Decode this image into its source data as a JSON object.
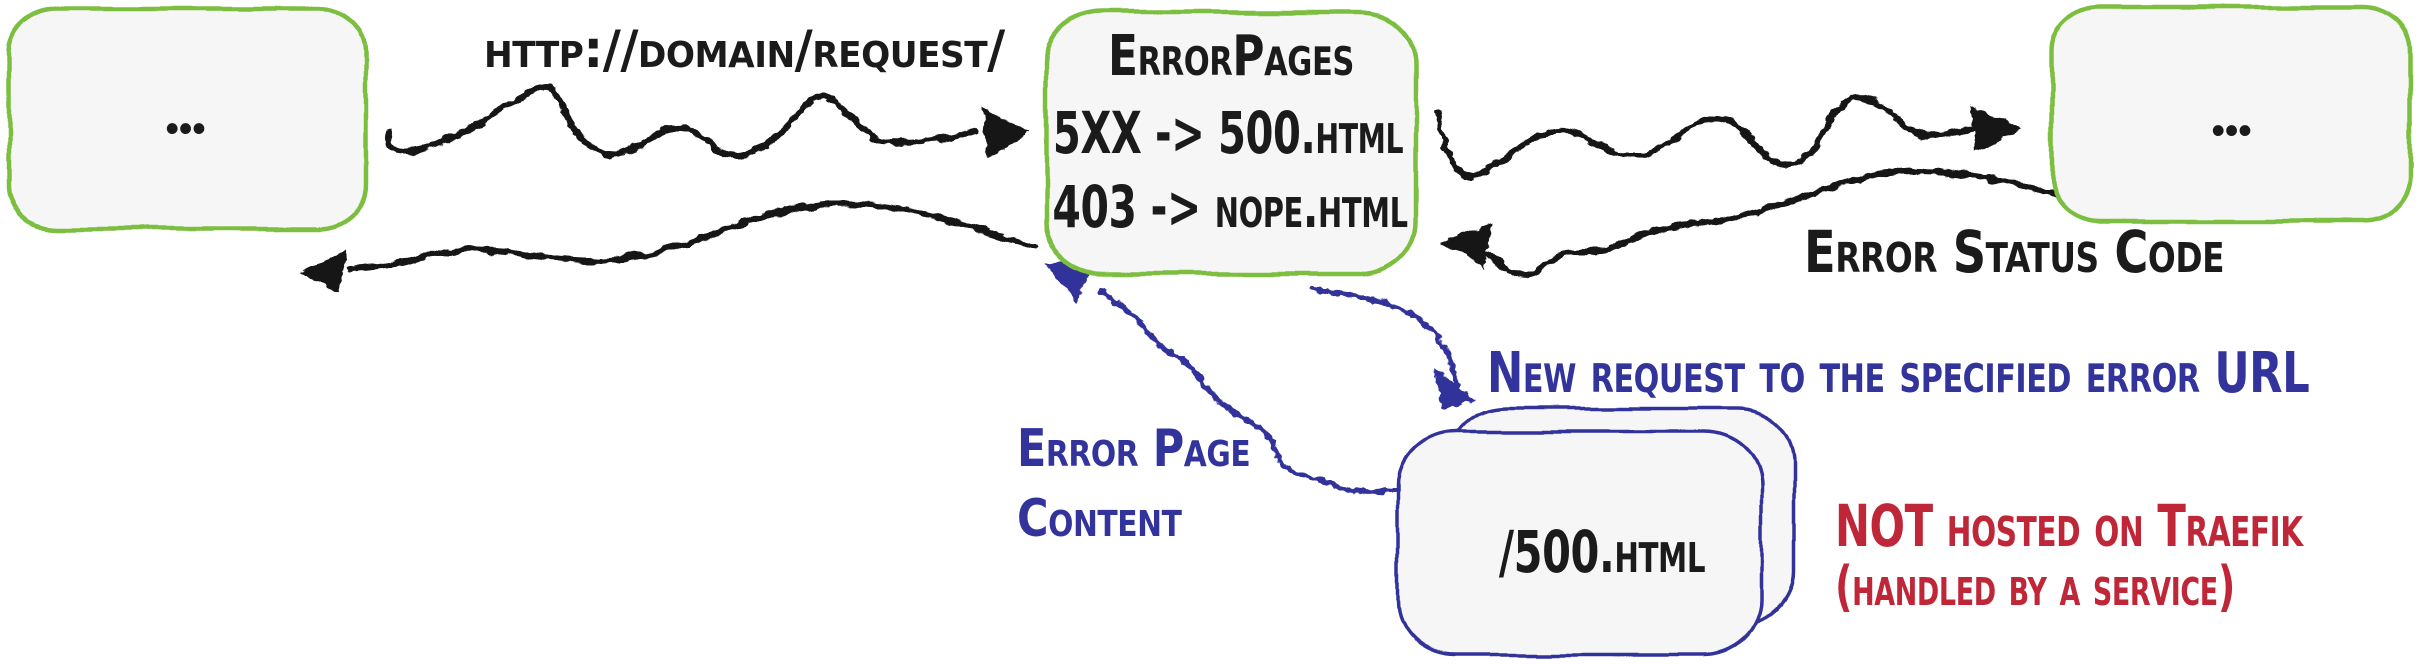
{
  "colors": {
    "green": "#7cbe3f",
    "blue": "#32339b",
    "red": "#bf2739",
    "ink": "#1b1b1b",
    "box_fill": "#f6f6f6"
  },
  "nodes": {
    "client": {
      "label": "..."
    },
    "middleware": {
      "title": "ErrorPages",
      "rules": [
        "5XX -> 500.html",
        "403 -> nope.html"
      ]
    },
    "backend": {
      "label": "..."
    },
    "error_page_stack": {
      "label": "/500.html"
    }
  },
  "labels": {
    "request_url": "http://domain/request/",
    "error_status": "Error Status Code",
    "new_request": "New request to the specified error URL",
    "error_page_content": "Error Page\nContent",
    "not_hosted": "NOT hosted on Traefik",
    "handled_by": "(handled by a service)"
  }
}
